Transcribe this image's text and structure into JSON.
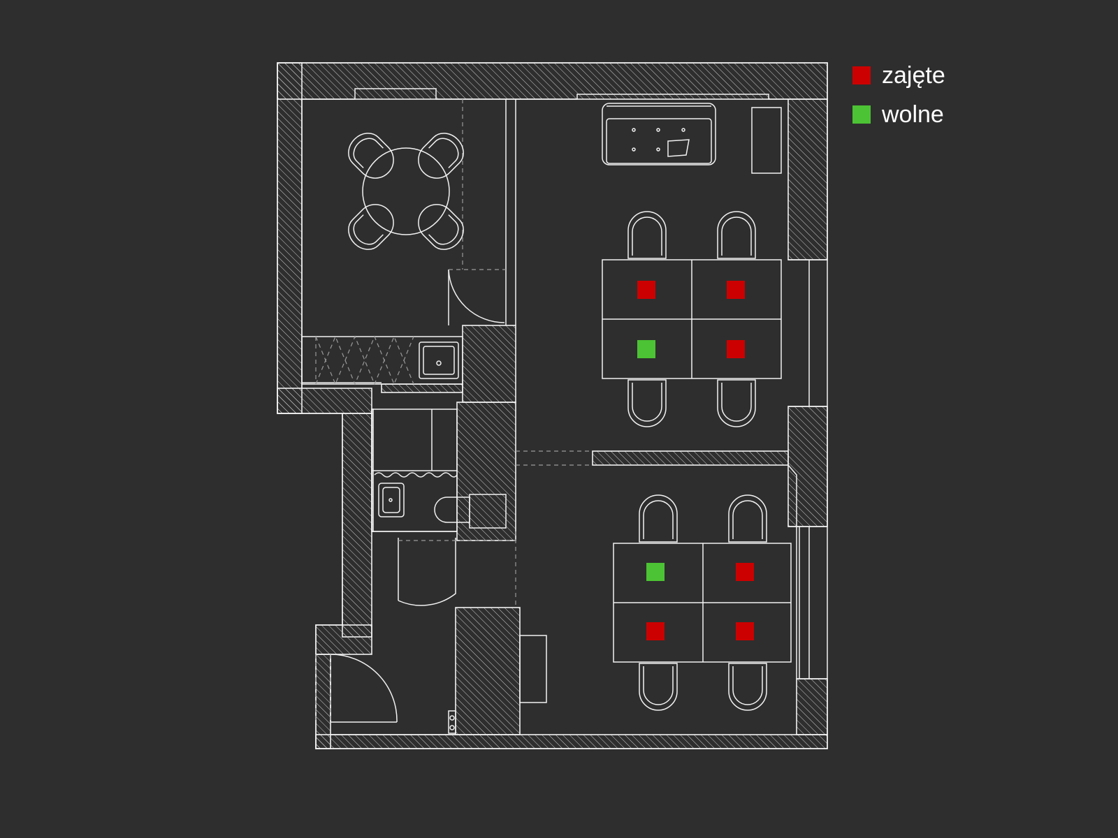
{
  "legend": {
    "occupied_label": "zajęte",
    "free_label": "wolne"
  },
  "colors": {
    "background": "#2e2e2e",
    "line": "#f2f2f2",
    "dash": "#9a9a9a",
    "occupied": "#cc0000",
    "free": "#4cc334"
  },
  "desks": [
    {
      "group": "upper",
      "position": "top-left",
      "status": "occupied"
    },
    {
      "group": "upper",
      "position": "top-right",
      "status": "occupied"
    },
    {
      "group": "upper",
      "position": "bottom-left",
      "status": "free"
    },
    {
      "group": "upper",
      "position": "bottom-right",
      "status": "occupied"
    },
    {
      "group": "lower",
      "position": "top-left",
      "status": "free"
    },
    {
      "group": "lower",
      "position": "top-right",
      "status": "occupied"
    },
    {
      "group": "lower",
      "position": "bottom-left",
      "status": "occupied"
    },
    {
      "group": "lower",
      "position": "bottom-right",
      "status": "occupied"
    }
  ]
}
